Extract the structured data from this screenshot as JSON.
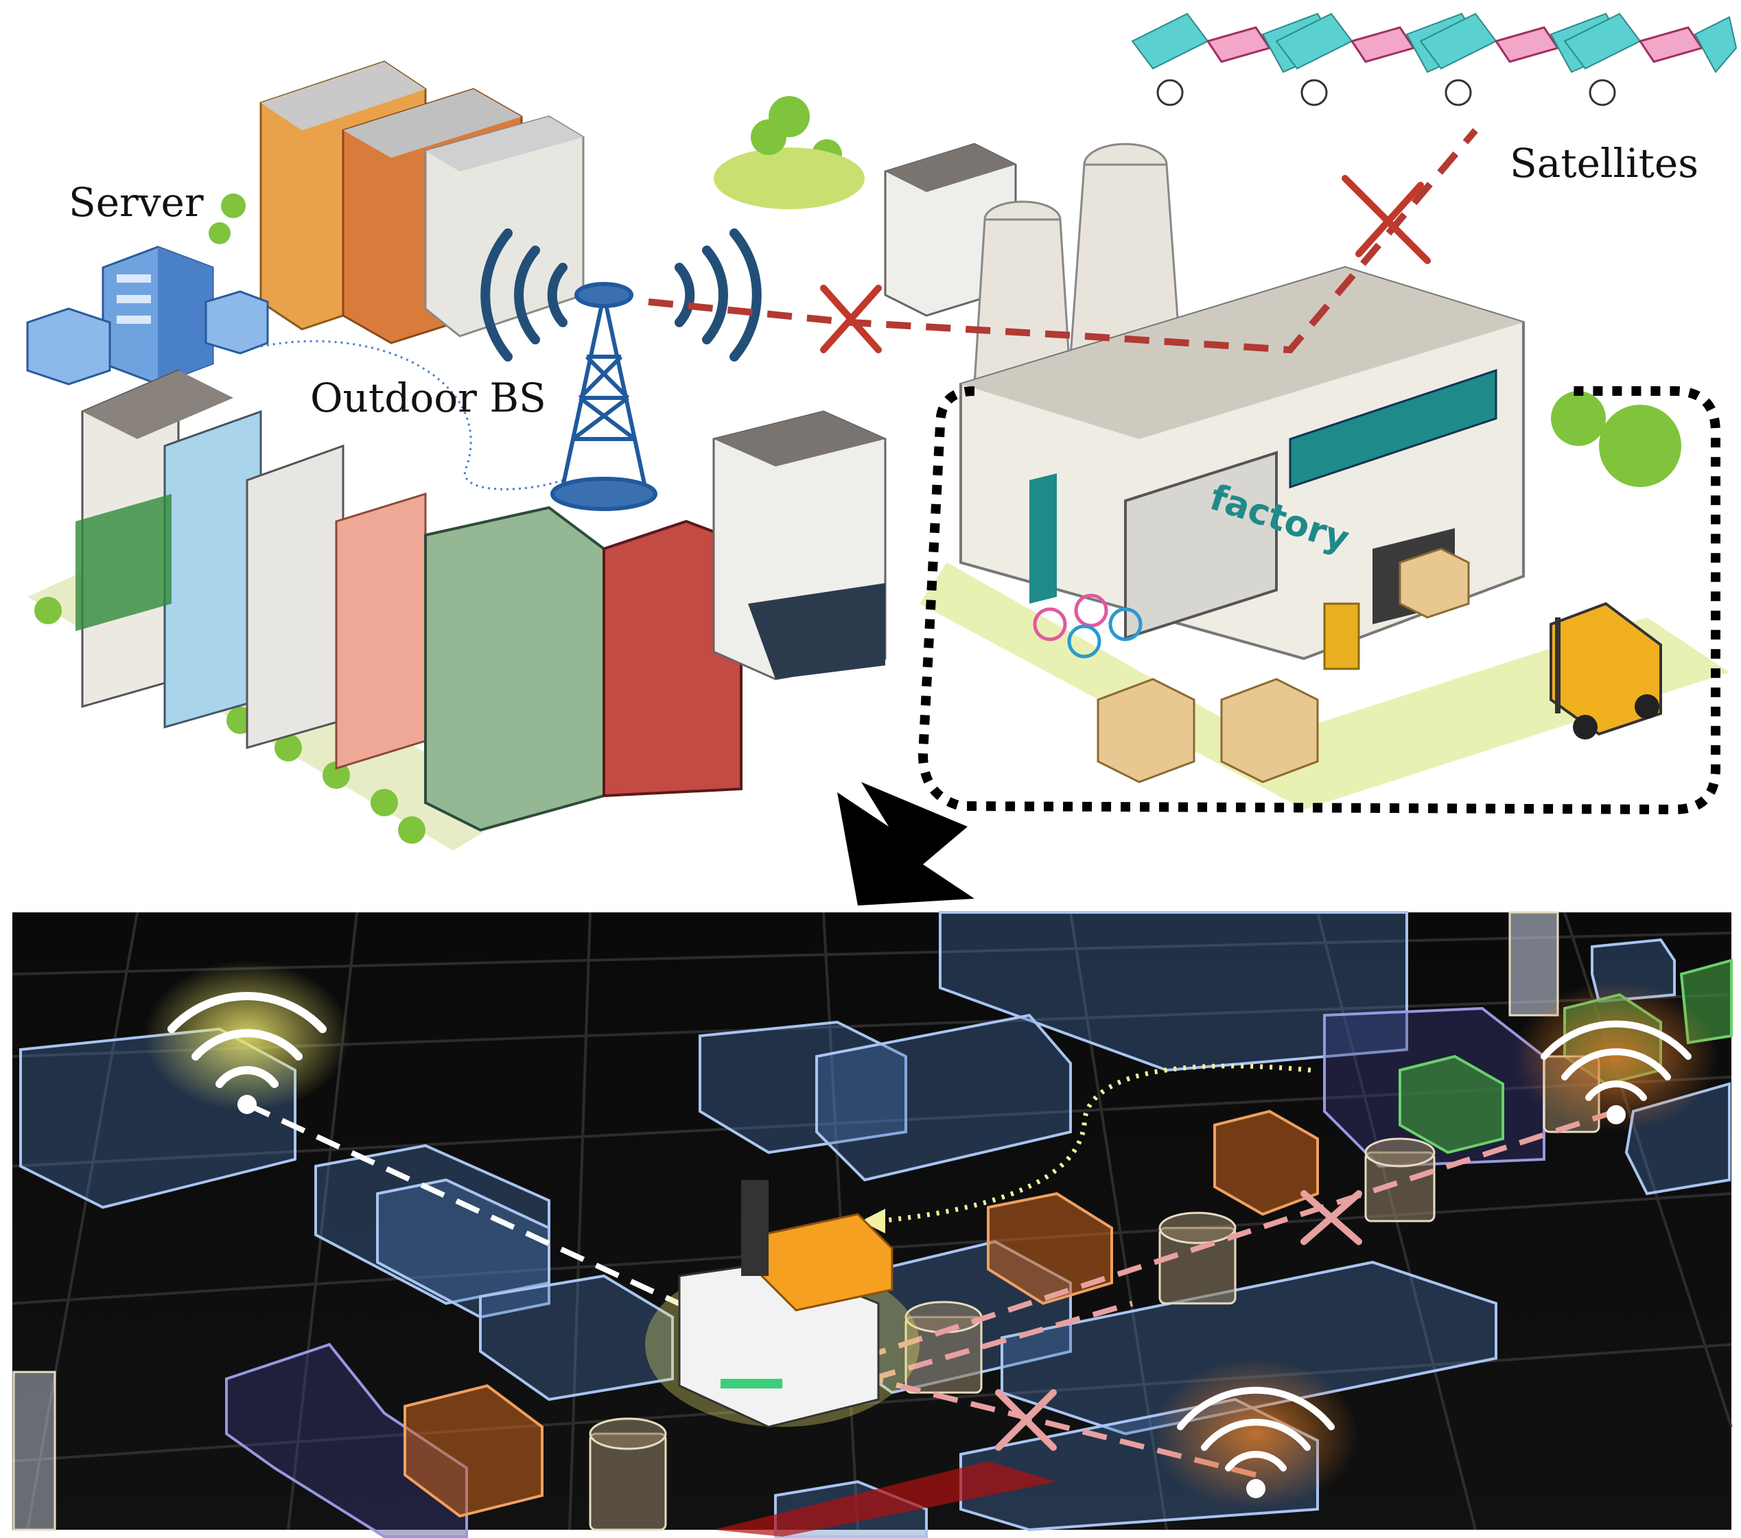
{
  "labels": {
    "server": "Server",
    "outdoor_bs": "Outdoor BS",
    "satellites": "Satellites",
    "factory_sign": "factory"
  },
  "colors": {
    "blocked_link_top": "#b23a32",
    "cross_top": "#c0392b",
    "blocked_link_bottom": "#e8a0a0",
    "clear_link_bottom": "#ffffff",
    "trajectory": "#f5f0a0",
    "focus_box": "#000000",
    "indoor_bg": "#050505",
    "obstacle_blue": "#4a78b8",
    "obstacle_orange": "#c8641e",
    "obstacle_green": "#3a8a3a",
    "ap_glow_yellow": "#e9e36a",
    "ap_glow_orange": "#d97a2a"
  },
  "icons": [
    "server-icon",
    "building-icon",
    "tower-icon",
    "wireless-signal-icon",
    "satellite-icon",
    "factory-icon",
    "forklift-icon",
    "bicycle-icon",
    "pallet-icon",
    "tree-icon",
    "wifi-icon",
    "agv-robot-icon",
    "cross-icon",
    "arrow-down-left-icon"
  ]
}
